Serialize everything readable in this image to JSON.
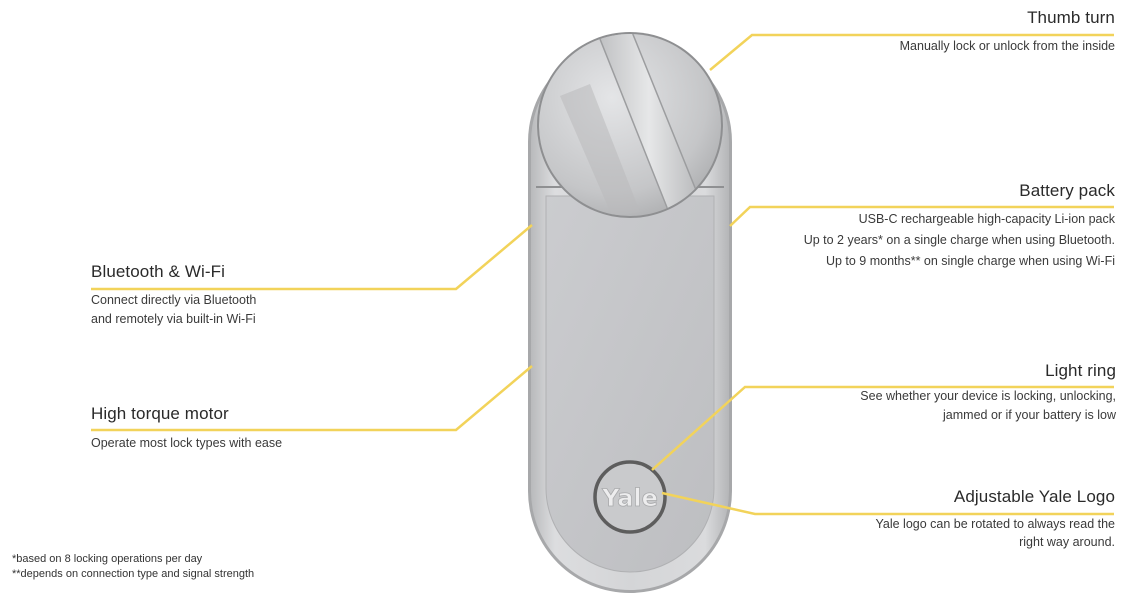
{
  "colors": {
    "leader_line": "#f2d35a",
    "device_body": "#d2d3d4",
    "device_panel": "#c4c5c7",
    "logo_ring": "#5d5d5d"
  },
  "callouts": {
    "thumb_turn": {
      "title": "Thumb turn",
      "desc": "Manually lock or unlock from the inside"
    },
    "battery_pack": {
      "title": "Battery pack",
      "desc": "USB-C rechargeable high-capacity Li-ion pack\nUp to 2 years* on a single charge when using Bluetooth.\nUp to 9 months** on single charge when using Wi-Fi"
    },
    "bluetooth_wifi": {
      "title": "Bluetooth & Wi-Fi",
      "desc": "Connect directly via Bluetooth\nand remotely via built-in Wi-Fi"
    },
    "motor": {
      "title": "High torque motor",
      "desc": "Operate most lock types with ease"
    },
    "light_ring": {
      "title": "Light ring",
      "desc": "See whether your device is locking, unlocking,\njammed or if your battery is low"
    },
    "yale_logo": {
      "title": "Adjustable Yale Logo",
      "desc": "Yale logo can be rotated to always read the\nright way around."
    }
  },
  "device": {
    "logo_text": "Yale"
  },
  "footnotes": {
    "note1": "*based on 8 locking operations per day",
    "note2": "**depends on connection type and signal strength"
  }
}
